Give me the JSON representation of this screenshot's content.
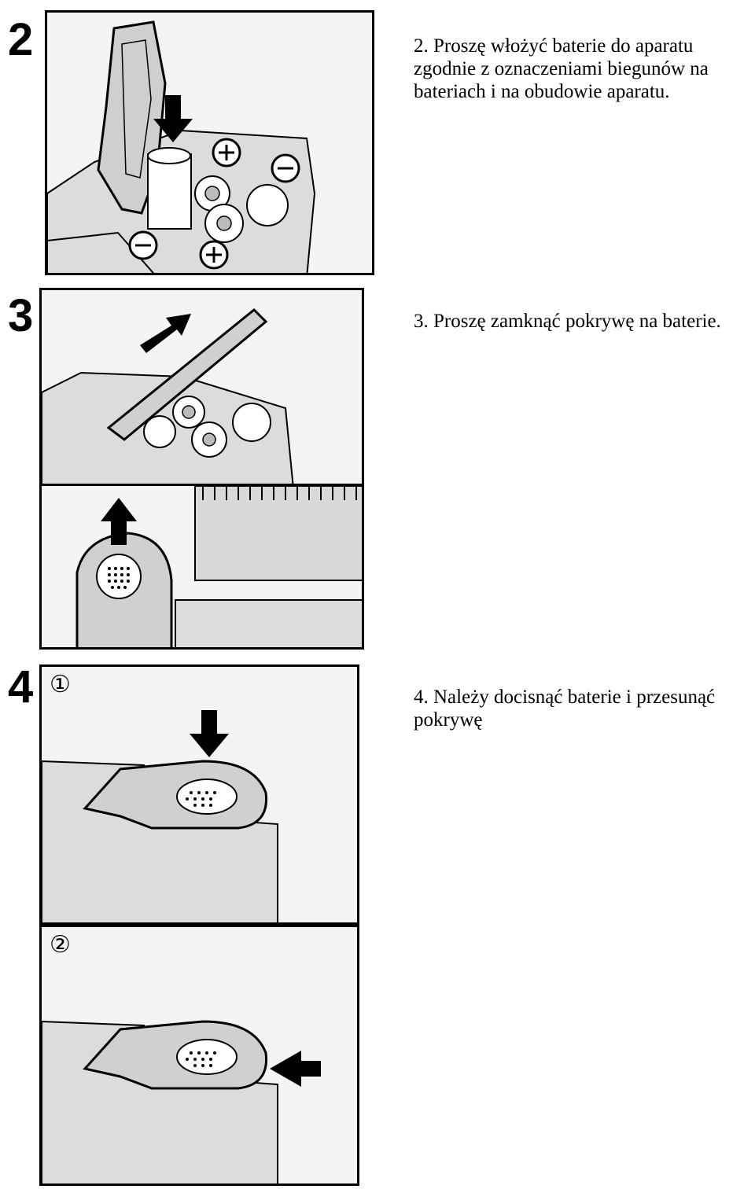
{
  "steps": [
    {
      "number": "2",
      "text": "2. Proszę włożyć baterie do aparatu zgodnie z oznaczeniami biegunów na bateriach i na obudowie aparatu."
    },
    {
      "number": "3",
      "text": "3. Proszę zamknąć pokrywę na baterie."
    },
    {
      "number": "4",
      "text": "4. Należy docisnąć baterie i przesunąć pokrywę",
      "sub_labels": [
        "①",
        "②"
      ]
    }
  ]
}
